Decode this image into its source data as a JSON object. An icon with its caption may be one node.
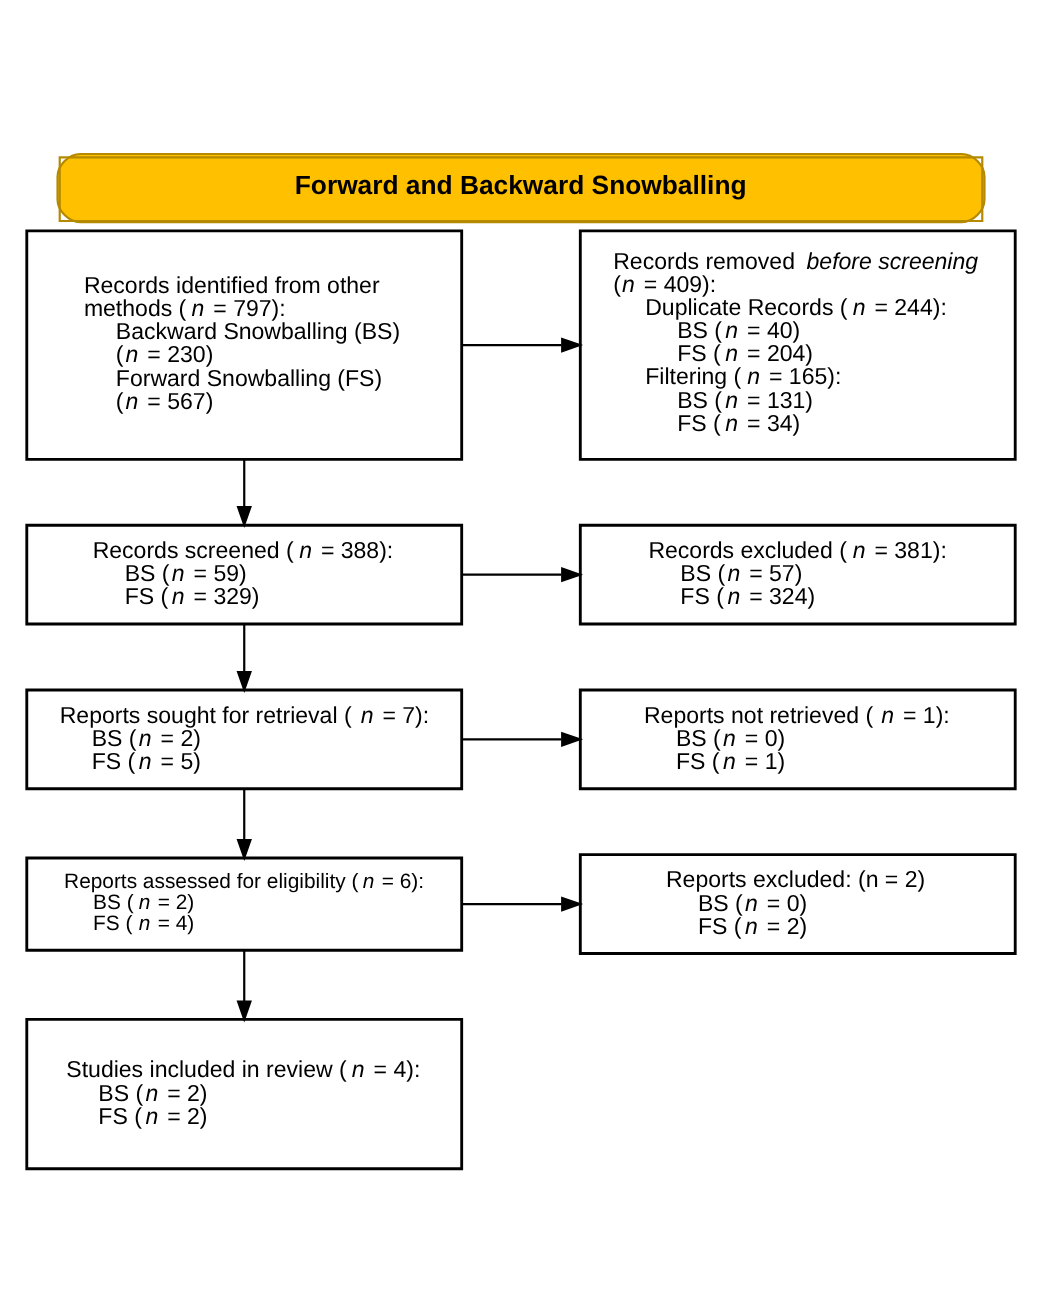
{
  "diagram": {
    "title": "Forward and Backward Snowballing",
    "nodes": [
      {
        "text": [
          "Records identified from other methods (*n* = 797):",
          "Backward Snowballing (BS) (*n* = 230)",
          "Forward Snowballing (FS) (*n* = 567)"
        ]
      },
      {
        "text": [
          "Records removed *before screening* (*n* = 409):",
          "Duplicate Records (*n* = 244):",
          "BS (*n* = 40)",
          "FS (*n* = 204)",
          "Filtering (*n* = 165):",
          "BS (*n* = 131)",
          "FS (*n* = 34)"
        ]
      },
      {
        "text": [
          "Records screened (*n* = 388):",
          "BS (*n* = 59)",
          "FS (*n* = 329)"
        ]
      },
      {
        "text": [
          "Records excluded (*n* = 381):",
          "BS (*n* = 57)",
          "FS (*n* = 324)"
        ]
      },
      {
        "text": [
          "Reports sought for retrieval (*n* = 7):",
          "BS (*n* = 2)",
          "FS (*n* = 5)"
        ]
      },
      {
        "text": [
          "Reports not retrieved (*n* = 1):",
          "BS (*n* = 0)",
          "FS (*n* = 1)"
        ]
      },
      {
        "text": [
          "Reports assessed for eligibility (*n* = 6):",
          "BS (*n* = 2)",
          "FS (*n* = 4)"
        ]
      },
      {
        "text": [
          "Reports excluded: (n = 2)",
          "BS (*n* = 0)",
          "FS (*n* = 2)"
        ]
      },
      {
        "text": [
          "Studies included in review (*n* = 4):",
          "BS (*n* = 2)",
          "FS (*n* = 2)"
        ]
      }
    ],
    "edges": [
      {
        "from": 0,
        "to": 1,
        "arrow": "to"
      },
      {
        "from": 0,
        "to": 2,
        "arrow": "to"
      },
      {
        "from": 2,
        "to": 3,
        "arrow": "to"
      },
      {
        "from": 2,
        "to": 4,
        "arrow": "to"
      },
      {
        "from": 4,
        "to": 5,
        "arrow": "to"
      },
      {
        "from": 4,
        "to": 6,
        "arrow": "to"
      },
      {
        "from": 6,
        "to": 7,
        "arrow": "to"
      },
      {
        "from": 6,
        "to": 8,
        "arrow": "to"
      }
    ]
  }
}
